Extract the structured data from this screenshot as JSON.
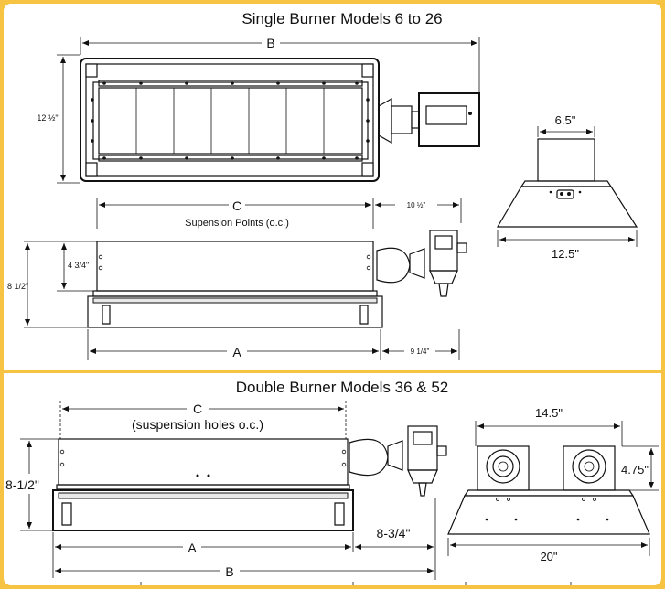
{
  "sections": {
    "single": {
      "title": "Single Burner Models 6 to 26",
      "dims": {
        "B": "B",
        "height_top": "12 ½\"",
        "C": "C",
        "suspension": "Supension Points (o.c.)",
        "ten_half": "10 ½\"",
        "four_three_quarter": "4 3/4\"",
        "eight_half": "8 1/2\"",
        "A": "A",
        "nine_quarter": "9 1/4\"",
        "six_five": "6.5\"",
        "twelve_five": "12.5\""
      }
    },
    "double": {
      "title": "Double Burner Models 36 & 52",
      "dims": {
        "C": "C",
        "suspension": "(suspension holes o.c.)",
        "eight_half": "8-1/2\"",
        "eight_three_quarter": "8-3/4\"",
        "A": "A",
        "B": "B",
        "fourteen_five": "14.5\"",
        "four_seven_five": "4.75\"",
        "twenty": "20\""
      }
    }
  },
  "colors": {
    "frame": "#f6c342",
    "line": "#111111"
  }
}
